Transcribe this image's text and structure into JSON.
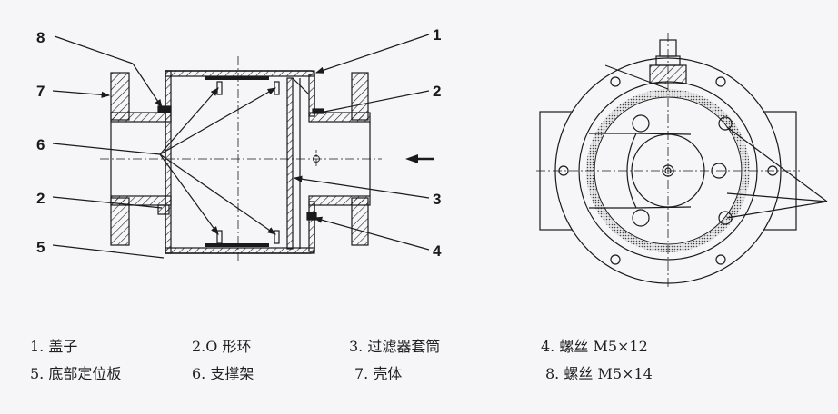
{
  "diagram": {
    "title": "Filter assembly cross-section and end view",
    "side_view_callouts": [
      "1",
      "2",
      "3",
      "4",
      "5",
      "6",
      "7",
      "8",
      "2"
    ],
    "flow_arrow": "arrow-left",
    "end_view": "circular flange end view with filter ring"
  },
  "callouts": {
    "c1": "1",
    "c2a": "2",
    "c3": "3",
    "c4": "4",
    "c5": "5",
    "c6": "6",
    "c7": "7",
    "c8": "8",
    "c2b": "2"
  },
  "legend": {
    "items": [
      {
        "label": "1. 盖子"
      },
      {
        "label": "2.O 形环"
      },
      {
        "label": "3. 过滤器套筒"
      },
      {
        "label": "4. 螺丝 M5×12"
      },
      {
        "label": "5. 底部定位板"
      },
      {
        "label": "6. 支撑架"
      },
      {
        "label": "7. 壳体"
      },
      {
        "label": "8. 螺丝 M5×14"
      }
    ]
  },
  "colors": {
    "line": "#1a1a1a",
    "background": "#f6f6f8"
  }
}
